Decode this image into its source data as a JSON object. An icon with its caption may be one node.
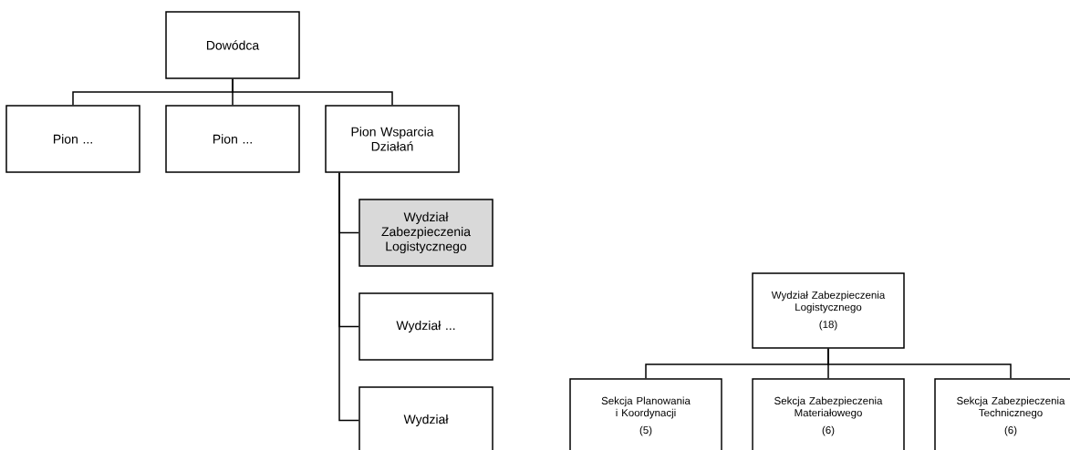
{
  "diagram": {
    "nodes": [
      {
        "text": [
          "Dowódca"
        ]
      },
      {
        "text": [
          "Pion ..."
        ]
      },
      {
        "text": [
          "Pion ..."
        ]
      },
      {
        "text": [
          "Pion Wsparcia Działań"
        ]
      },
      {
        "text": [
          "Wydział Zabezpieczenia Logistycznego"
        ]
      },
      {
        "text": [
          "Wydział ..."
        ]
      },
      {
        "text": [
          "Wydział"
        ]
      },
      {
        "text": [
          "Wydział Zabezpieczenia Logistycznego",
          "(18)"
        ]
      },
      {
        "text": [
          "Sekcja Planowania i Koordynacji",
          "(5)"
        ]
      },
      {
        "text": [
          "Sekcja Zabezpieczenia Materiałowego",
          "(6)"
        ]
      },
      {
        "text": [
          "Sekcja Zabezpieczenia Technicznego",
          "(6)"
        ]
      }
    ],
    "edges": [
      {
        "from": 0,
        "to": 1,
        "arrow": "none"
      },
      {
        "from": 0,
        "to": 2,
        "arrow": "none"
      },
      {
        "from": 0,
        "to": 3,
        "arrow": "none"
      },
      {
        "from": 3,
        "to": 4,
        "arrow": "none"
      },
      {
        "from": 3,
        "to": 5,
        "arrow": "none"
      },
      {
        "from": 3,
        "to": 6,
        "arrow": "none"
      },
      {
        "from": 7,
        "to": 8,
        "arrow": "none"
      },
      {
        "from": 7,
        "to": 9,
        "arrow": "none"
      },
      {
        "from": 7,
        "to": 10,
        "arrow": "none"
      }
    ]
  }
}
